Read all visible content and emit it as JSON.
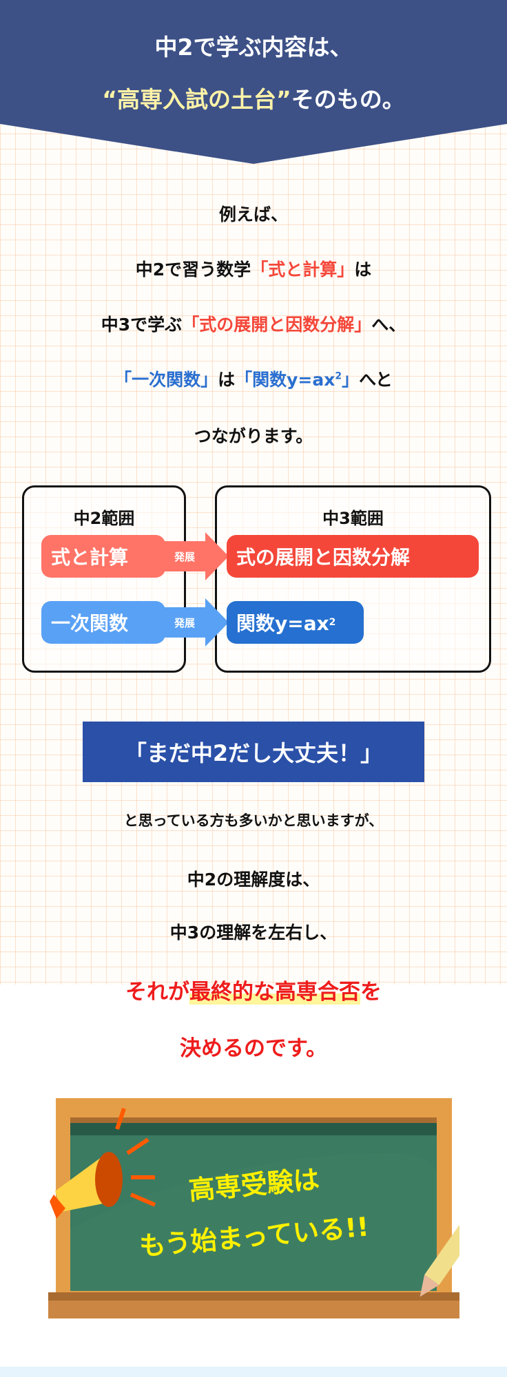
{
  "header": {
    "line1": "中2で学ぶ内容は、",
    "line2_highlight": "“高専入試の土台”",
    "line2_rest": "そのもの。"
  },
  "intro": {
    "l1": "例えば、",
    "l2a": "中2で習う数学",
    "l2b": "「式と計算」",
    "l2c": "は",
    "l3a": "中3で学ぶ",
    "l3b": "「式の展開と因数分解」",
    "l3c": "へ、",
    "l4a": "「一次関数」",
    "l4b": "は",
    "l4c": "「関数y=ax",
    "l4sup": "2",
    "l4d": "」",
    "l4e": "へと",
    "l5": "つながります。"
  },
  "diagram": {
    "left_title": "中2範囲",
    "right_title": "中3範囲",
    "row1": {
      "from": "式と計算",
      "arrow": "発展",
      "to": "式の展開と因数分解"
    },
    "row2": {
      "from": "一次関数",
      "arrow": "発展",
      "to": "関数y=ax",
      "to_sup": "2"
    },
    "colors": {
      "light_red": "#ff7467",
      "red": "#f4473a",
      "light_blue": "#59a1f5",
      "blue": "#2570d0"
    }
  },
  "banner": "「まだ中2だし大丈夫！」",
  "body": {
    "p1": "と思っている方も多いかと思いますが、",
    "p2": "中2の理解度は、",
    "p3": "中3の理解を左右し、",
    "p4a": "それが",
    "p4b": "最終的な高専合否",
    "p4c": "を",
    "p5": "決めるのです。"
  },
  "chalkboard": {
    "line1": "高専受験は",
    "line2": "もう始まっている!!"
  }
}
